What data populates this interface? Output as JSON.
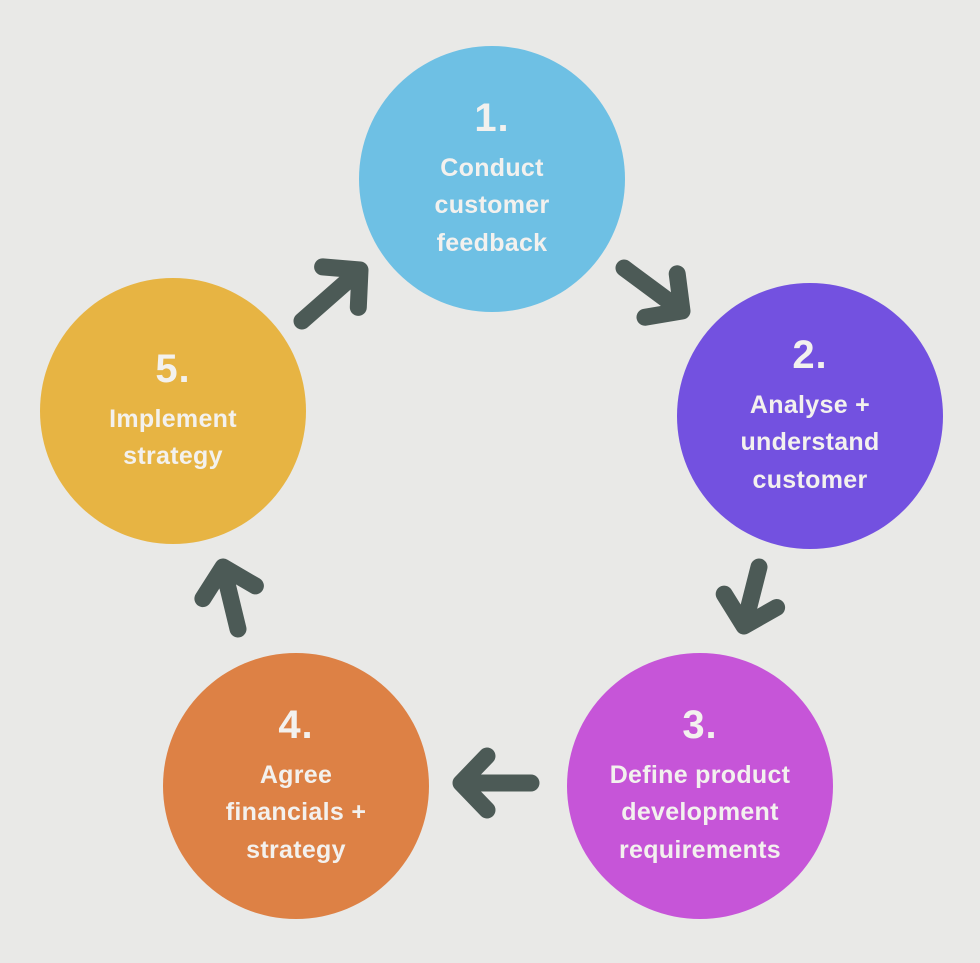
{
  "diagram": {
    "background_color": "#e9e9e7",
    "arrow_color": "#4c5a56",
    "step_text_color": "#f3f1ee",
    "steps": [
      {
        "number": "1.",
        "label_lines": [
          "Conduct",
          "customer",
          "feedback"
        ],
        "color": "#6ec0e4"
      },
      {
        "number": "2.",
        "label_lines": [
          "Analyse +",
          "understand",
          "customer"
        ],
        "color": "#7351e0"
      },
      {
        "number": "3.",
        "label_lines": [
          "Define product",
          "development",
          "requirements"
        ],
        "color": "#c655d8"
      },
      {
        "number": "4.",
        "label_lines": [
          "Agree",
          "financials +",
          "strategy"
        ],
        "color": "#dd8145"
      },
      {
        "number": "5.",
        "label_lines": [
          "Implement",
          "strategy"
        ],
        "color": "#e7b443"
      }
    ],
    "arrows": [
      {
        "name": "arrow-step5-to-step1",
        "direction": "up-right"
      },
      {
        "name": "arrow-step1-to-step2",
        "direction": "down-right"
      },
      {
        "name": "arrow-step2-to-step3",
        "direction": "down"
      },
      {
        "name": "arrow-step3-to-step4",
        "direction": "left"
      },
      {
        "name": "arrow-step4-to-step5",
        "direction": "up"
      }
    ]
  }
}
